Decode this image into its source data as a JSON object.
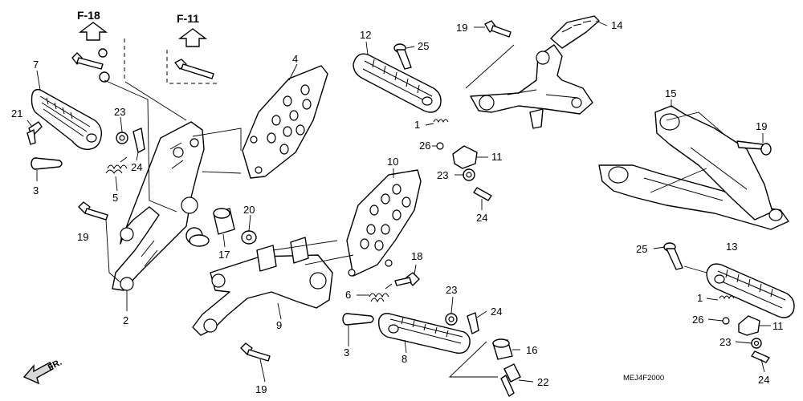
{
  "references": {
    "f18": "F-18",
    "f11": "F-11"
  },
  "front_indicator": "FR.",
  "diagram_code": "MEJ4F2000",
  "callouts": {
    "c7": "7",
    "c21": "21",
    "c3a": "3",
    "c23a": "23",
    "c24a": "24",
    "c5": "5",
    "c19a": "19",
    "c2": "2",
    "c4": "4",
    "c20": "20",
    "c17": "17",
    "c12": "12",
    "c25a": "25",
    "c1a": "1",
    "c26a": "26",
    "c11a": "11",
    "c23b": "23",
    "c24b": "24",
    "c10": "10",
    "c18": "18",
    "c6": "6",
    "c9": "9",
    "c19b": "19",
    "c3b": "3",
    "c8": "8",
    "c23c": "23",
    "c24c": "24",
    "c16": "16",
    "c22": "22",
    "c19c": "19",
    "c14": "14",
    "c15": "15",
    "c19d": "19",
    "c13": "13",
    "c25b": "25",
    "c1b": "1",
    "c26b": "26",
    "c11b": "11",
    "c23d": "23",
    "c24d": "24"
  },
  "icons": [
    "up-arrow-icon",
    "front-arrow-icon"
  ]
}
